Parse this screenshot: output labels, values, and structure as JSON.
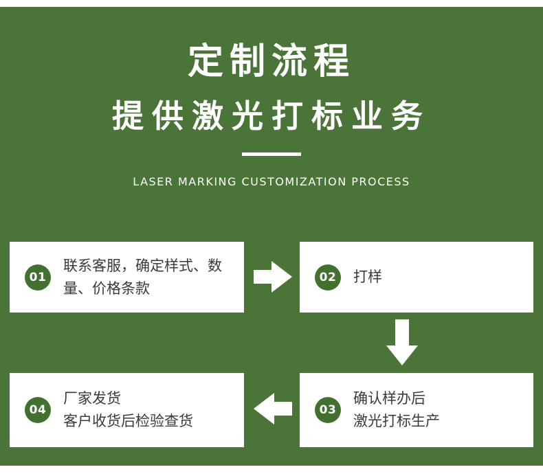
{
  "header": {
    "title": "定制流程",
    "subtitle": "提供激光打标业务",
    "caption": "LASER MARKING CUSTOMIZATION PROCESS"
  },
  "steps": [
    {
      "number": "01",
      "lines": [
        "联系客服，确定样式、数",
        "量、价格条款"
      ]
    },
    {
      "number": "02",
      "lines": [
        "打样"
      ]
    },
    {
      "number": "03",
      "lines": [
        "确认样办后",
        "激光打标生产"
      ]
    },
    {
      "number": "04",
      "lines": [
        "厂家发货",
        "客户收货后检验查货"
      ]
    }
  ],
  "colors": {
    "background_green": "#4a7438",
    "badge_green": "#42702f",
    "box_white": "#ffffff",
    "text_dark": "#3a3a3a"
  }
}
